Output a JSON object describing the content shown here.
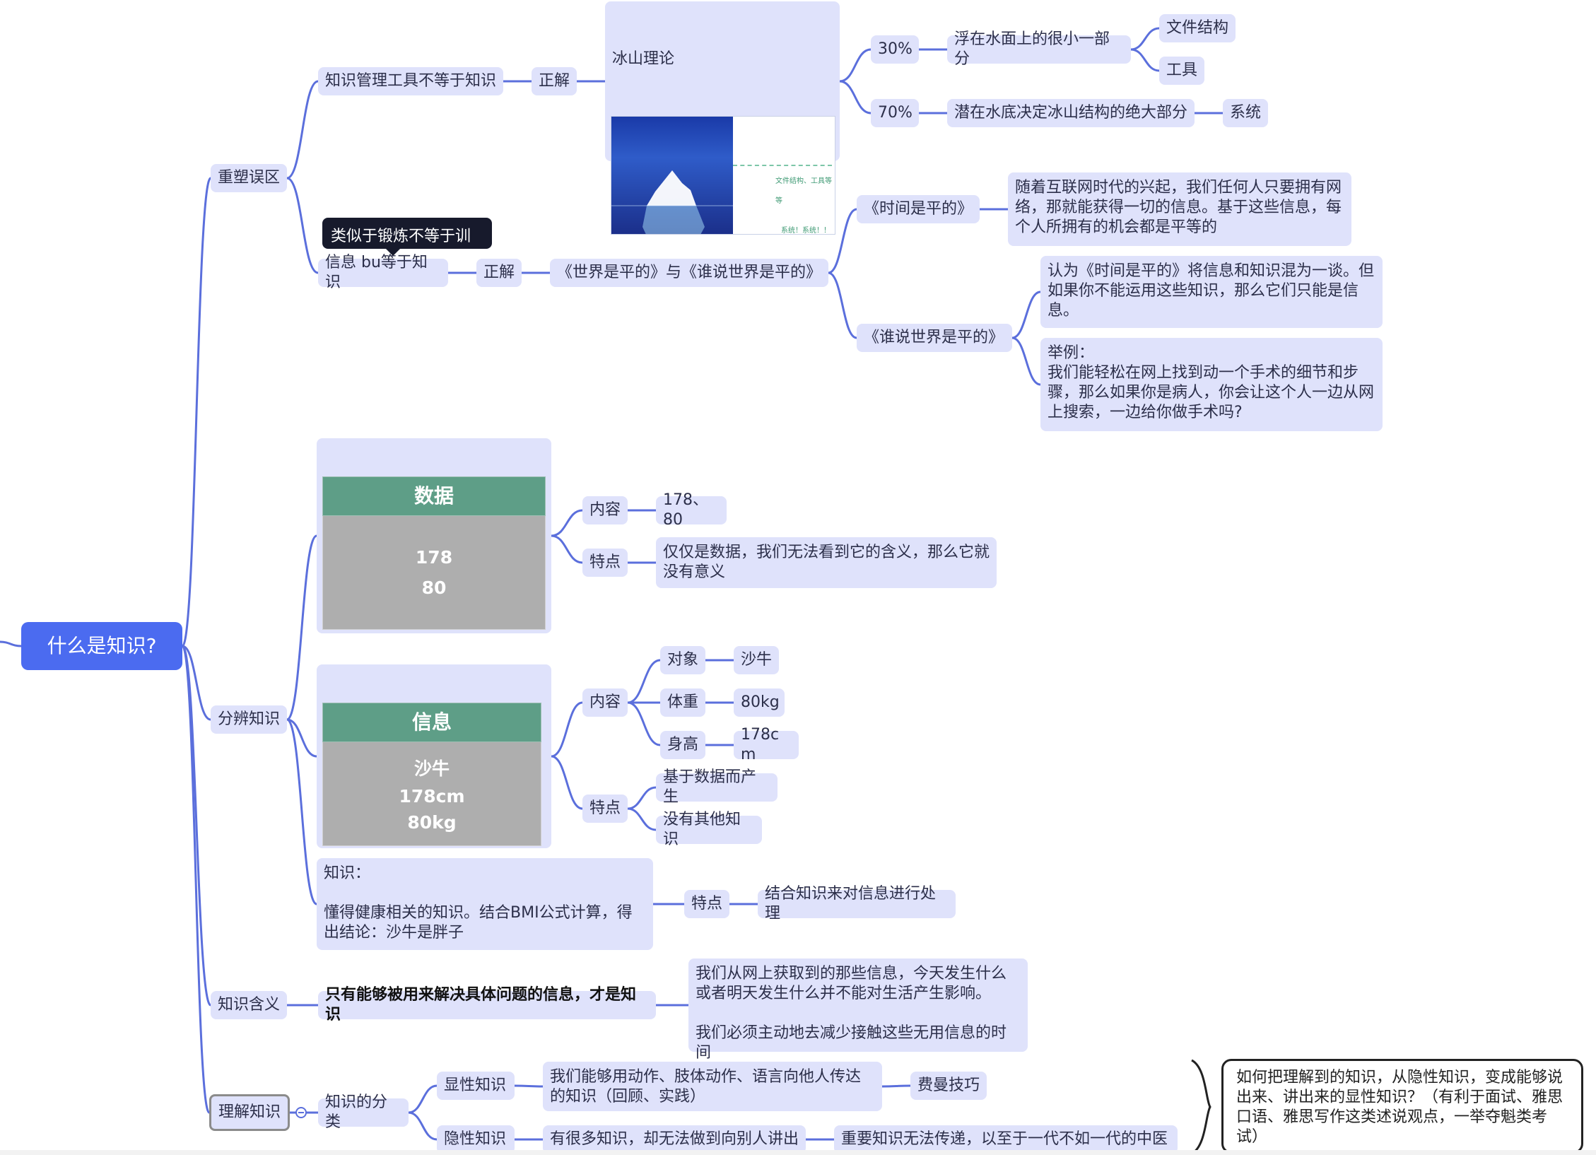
{
  "root": "什么是知识?",
  "branches": {
    "reshape": {
      "label": "重塑误区",
      "tool": {
        "label": "知识管理工具不等于知识",
        "fix": "正解",
        "iceberg": {
          "title": "冰山理论",
          "img_text1": "文件结构、工具等等",
          "img_text2": "系统！系统！！",
          "p30": "30%",
          "p30_desc": "浮在水面上的很小一部分",
          "p30_items": [
            "文件结构",
            "工具"
          ],
          "p70": "70%",
          "p70_desc": "潜在水底决定冰山结构的绝大部分",
          "p70_item": "系统"
        }
      },
      "info": {
        "label": "信息 bu等于知识",
        "tooltip": "类似于锻炼不等于训练",
        "fix": "正解",
        "books": "《世界是平的》与《谁说世界是平的》",
        "flat": "《时间是平的》",
        "flat_desc": "随着互联网时代的兴起，我们任何人只要拥有网络，那就能获得一切的信息。基于这些信息，每个人所拥有的机会都是平等的",
        "who": "《谁说世界是平的》",
        "who_desc1": "认为《时间是平的》将信息和知识混为一谈。但如果你不能运用这些知识，那么它们只能是信息。",
        "who_desc2": "举例：\n我们能轻松在网上找到动一个手术的细节和步骤，那么如果你是病人，你会让这个人一边从网上搜索，一边给你做手术吗?"
      }
    },
    "distinguish": {
      "label": "分辨知识",
      "data": {
        "title": "数据",
        "table_head": "数据",
        "table_rows": [
          "178",
          "80"
        ],
        "content_label": "内容",
        "content": "178、80",
        "feature_label": "特点",
        "feature": "仅仅是数据，我们无法看到它的含义，那么它就没有意义"
      },
      "info": {
        "title": "信息",
        "table_head": "信息",
        "table_rows": [
          "沙牛",
          "178cm",
          "80kg"
        ],
        "content_label": "内容",
        "attrs": [
          {
            "k": "对象",
            "v": "沙牛"
          },
          {
            "k": "体重",
            "v": "80kg"
          },
          {
            "k": "身高",
            "v": "178c m"
          }
        ],
        "feature_label": "特点",
        "features": [
          "基于数据而产生",
          "没有其他知识"
        ]
      },
      "knowledge": {
        "text": "知识：\n\n懂得健康相关的知识。结合BMI公式计算，得出结论：沙牛是胖子",
        "feature_label": "特点",
        "feature": "结合知识来对信息进行处理"
      }
    },
    "meaning": {
      "label": "知识含义",
      "def": "只有能够被用来解决具体问题的信息，才是知识",
      "desc": "我们从网上获取到的那些信息，今天发生什么或者明天发生什么并不能对生活产生影响。\n\n我们必须主动地去减少接触这些无用信息的时间"
    },
    "understand": {
      "label": "理解知识",
      "classify": "知识的分类",
      "explicit": "显性知识",
      "explicit_desc": "我们能够用动作、肢体动作、语言向他人传达的知识（回顾、实践）",
      "explicit_example": "费曼技巧",
      "tacit": "隐性知识",
      "tacit_desc": "有很多知识，却无法做到向别人讲出",
      "tacit_example": "重要知识无法传递，以至于一代不如一代的中医",
      "callout": "如何把理解到的知识，从隐性知识，变成能够说出来、讲出来的显性知识？（有利于面试、雅思口语、雅思写作这类述说观点，一举夺魁类考试）"
    }
  },
  "colors": {
    "line": "#5b6fdc",
    "node_bg": "#dfe2fb",
    "root_bg": "#4b6bf0",
    "table_head": "#5e9e87",
    "table_body": "#aeaeae"
  }
}
